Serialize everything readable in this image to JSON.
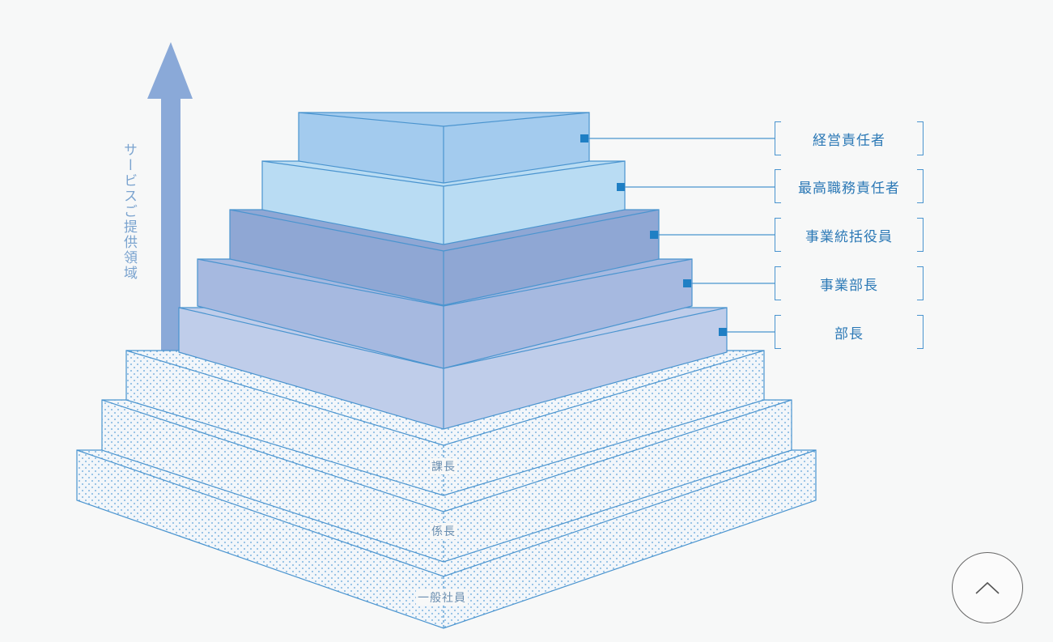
{
  "axis_label": "サービスご提供領域",
  "roles": [
    {
      "label": "経営責任者"
    },
    {
      "label": "最高職務責任者"
    },
    {
      "label": "事業統括役員"
    },
    {
      "label": "事業部長"
    },
    {
      "label": "部長"
    }
  ],
  "lower_levels": [
    {
      "label": "課長"
    },
    {
      "label": "係長"
    },
    {
      "label": "一般社員"
    }
  ],
  "colors": {
    "tier_1": "#a3cbee",
    "tier_2": "#b9dcf3",
    "tier_3": "#8fa7d4",
    "tier_4": "#a6b9e0",
    "tier_5": "#bfcdea",
    "outline": "#4a94cf",
    "arrow": "#8aa9d8",
    "dots": "#5aa0d8"
  },
  "icons": {
    "scroll_top": "chevron-up-icon"
  }
}
